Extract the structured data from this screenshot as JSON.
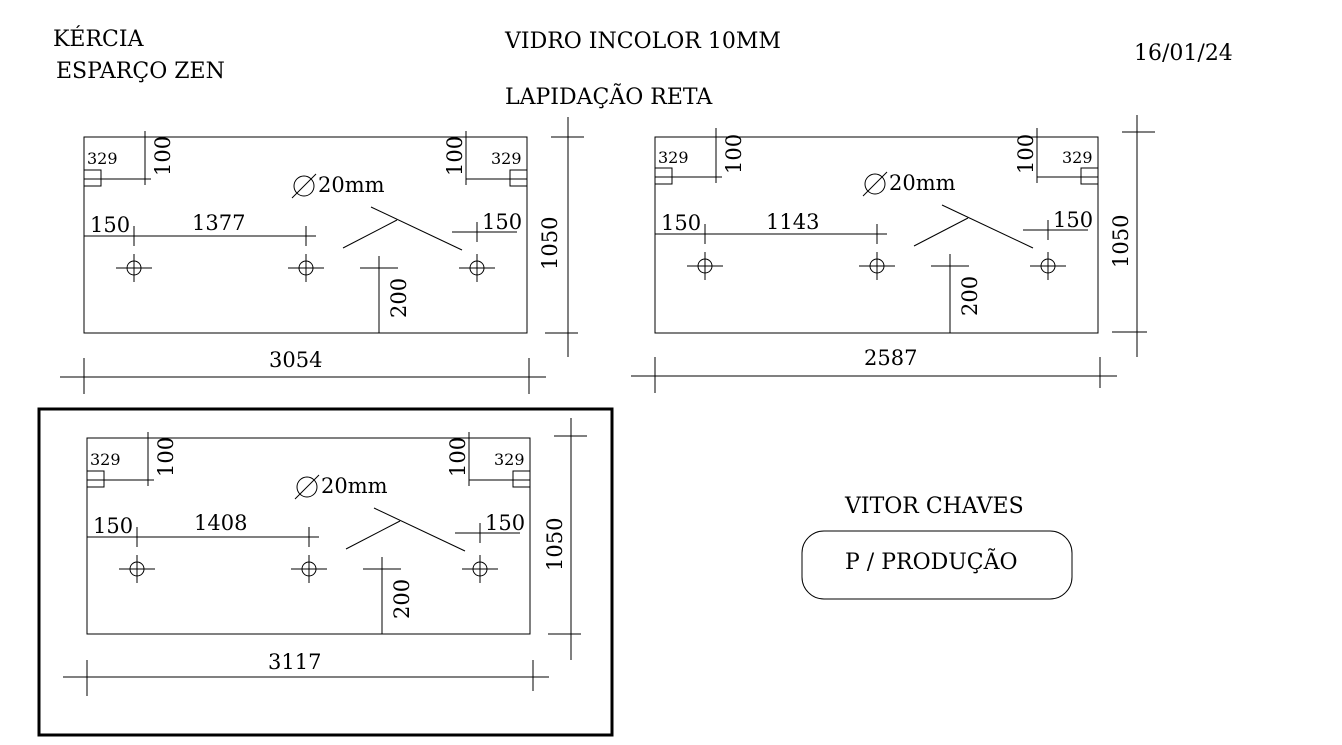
{
  "header": {
    "client": "KÉRCIA",
    "project": "ESPARÇO ZEN",
    "material": "VIDRO INCOLOR 10MM",
    "finish": "LAPIDAÇÃO RETA",
    "date": "16/01/24"
  },
  "footer": {
    "author": "VITOR CHAVES",
    "stamp": "P / PRODUÇÃO"
  },
  "panels": [
    {
      "width": "3054",
      "height": "1050",
      "corner_left": "329",
      "corner_right": "329",
      "top_left_offset": "100",
      "top_right_offset": "100",
      "edge_left": "150",
      "edge_right": "150",
      "hole_spacing": "1377",
      "hole_diameter": "20mm",
      "bottom_offset": "200",
      "highlighted": false
    },
    {
      "width": "2587",
      "height": "1050",
      "corner_left": "329",
      "corner_right": "329",
      "top_left_offset": "100",
      "top_right_offset": "100",
      "edge_left": "150",
      "edge_right": "150",
      "hole_spacing": "1143",
      "hole_diameter": "20mm",
      "bottom_offset": "200",
      "highlighted": false
    },
    {
      "width": "3117",
      "height": "1050",
      "corner_left": "329",
      "corner_right": "329",
      "top_left_offset": "100",
      "top_right_offset": "100",
      "edge_left": "150",
      "edge_right": "150",
      "hole_spacing": "1408",
      "hole_diameter": "20mm",
      "bottom_offset": "200",
      "highlighted": true
    }
  ]
}
